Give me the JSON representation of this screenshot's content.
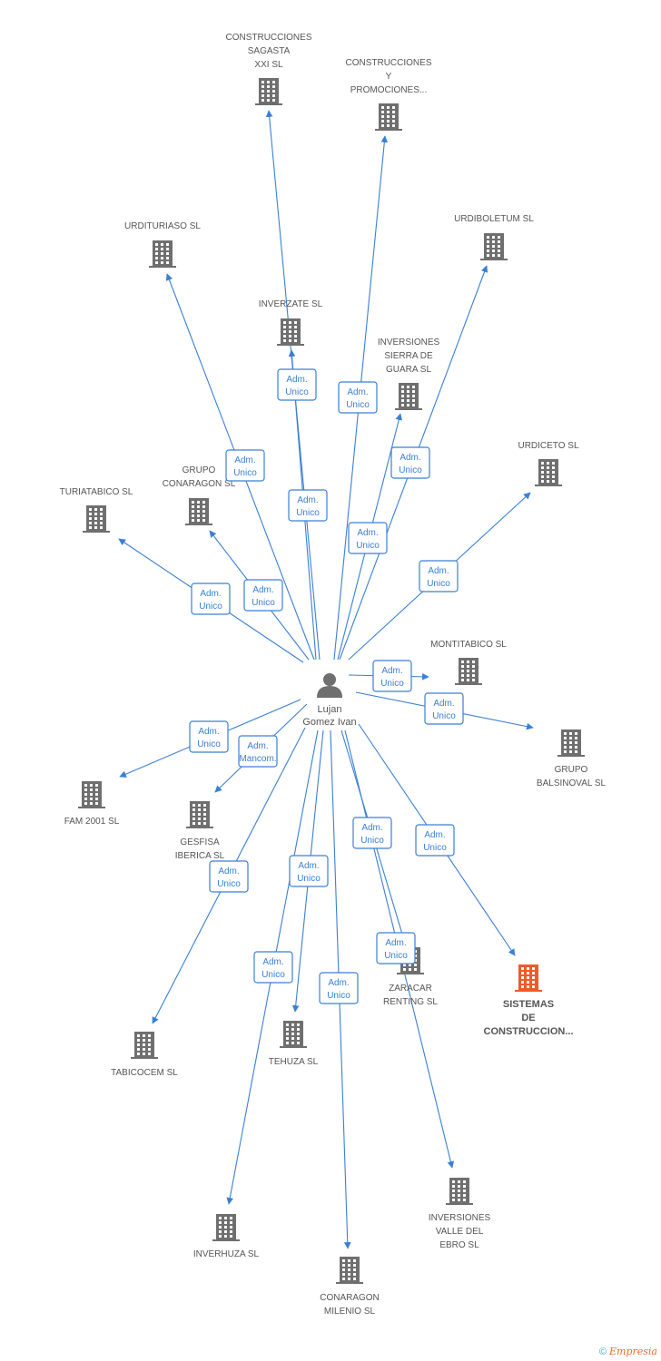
{
  "center": {
    "name_lines": [
      "Lujan",
      "Gomez Ivan"
    ],
    "icon": "person-icon"
  },
  "colors": {
    "edge": "#3a7fd5",
    "company": "#6f6f6f",
    "focus_company": "#ef5a2b",
    "person": "#6f6f6f"
  },
  "nodes": [
    {
      "id": "construcciones-sagasta",
      "lines": [
        "CONSTRUCCIONES",
        "SAGASTA",
        "XXI SL"
      ],
      "role": [
        "Adm.",
        "Unico"
      ],
      "focus": false
    },
    {
      "id": "construcciones-y-promociones",
      "lines": [
        "CONSTRUCCIONES",
        "Y",
        "PROMOCIONES..."
      ],
      "role": [
        "Adm.",
        "Unico"
      ],
      "focus": false
    },
    {
      "id": "urditurasio",
      "lines": [
        "URDITURIASO SL"
      ],
      "role": [
        "Adm.",
        "Unico"
      ],
      "focus": false
    },
    {
      "id": "urdiboletum",
      "lines": [
        "URDIBOLETUM SL"
      ],
      "role": [
        "Adm.",
        "Unico"
      ],
      "focus": false
    },
    {
      "id": "inverzate",
      "lines": [
        "INVERZATE SL"
      ],
      "role": [
        "Adm.",
        "Unico"
      ],
      "focus": false
    },
    {
      "id": "inversiones-sierra",
      "lines": [
        "INVERSIONES",
        "SIERRA DE",
        "GUARA SL"
      ],
      "role": [
        "Adm.",
        "Unico"
      ],
      "focus": false
    },
    {
      "id": "urdiceto",
      "lines": [
        "URDICETO SL"
      ],
      "role": [
        "Adm.",
        "Unico"
      ],
      "focus": false
    },
    {
      "id": "grupo-conaragon",
      "lines": [
        "GRUPO",
        "CONARAGON SL"
      ],
      "role": [
        "Adm.",
        "Unico"
      ],
      "focus": false
    },
    {
      "id": "turiatabico",
      "lines": [
        "TURIATABICO SL"
      ],
      "role": [
        "Adm.",
        "Unico"
      ],
      "focus": false
    },
    {
      "id": "montitabico",
      "lines": [
        "MONTITABICO SL"
      ],
      "role": [
        "Adm.",
        "Unico"
      ],
      "focus": false
    },
    {
      "id": "grupo-balsinoval",
      "lines": [
        "GRUPO",
        "BALSINOVAL SL"
      ],
      "role": [
        "Adm.",
        "Unico"
      ],
      "focus": false
    },
    {
      "id": "fam-2001",
      "lines": [
        "FAM 2001 SL"
      ],
      "role": [
        "Adm.",
        "Unico"
      ],
      "focus": false
    },
    {
      "id": "gesfisa-iberica",
      "lines": [
        "GESFISA",
        "IBERICA SL"
      ],
      "role": [
        "Adm.",
        "Mancom."
      ],
      "focus": false
    },
    {
      "id": "sistemas-de-construccion",
      "lines": [
        "SISTEMAS",
        "DE",
        "CONSTRUCCION..."
      ],
      "role": [
        "Adm.",
        "Unico"
      ],
      "focus": true
    },
    {
      "id": "zaracar-renting",
      "lines": [
        "ZARACAR",
        "RENTING SL"
      ],
      "role": [
        "Adm.",
        "Unico"
      ],
      "focus": false
    },
    {
      "id": "tabicocem",
      "lines": [
        "TABICOCEM SL"
      ],
      "role": [
        "Adm.",
        "Unico"
      ],
      "focus": false
    },
    {
      "id": "tehuza",
      "lines": [
        "TEHUZA SL"
      ],
      "role": [
        "Adm.",
        "Unico"
      ],
      "focus": false
    },
    {
      "id": "inversiones-valle-del-ebro",
      "lines": [
        "INVERSIONES",
        "VALLE DEL",
        "EBRO SL"
      ],
      "role": [
        "Adm.",
        "Unico"
      ],
      "focus": false
    },
    {
      "id": "inverhuza",
      "lines": [
        "INVERHUZA SL"
      ],
      "role": [
        "Adm.",
        "Unico"
      ],
      "focus": false
    },
    {
      "id": "conaragon-milenio",
      "lines": [
        "CONARAGON",
        "MILENIO SL"
      ],
      "role": [
        "Adm.",
        "Unico"
      ],
      "focus": false
    }
  ],
  "footer": {
    "copyright": "©",
    "brand": "Empresia"
  }
}
